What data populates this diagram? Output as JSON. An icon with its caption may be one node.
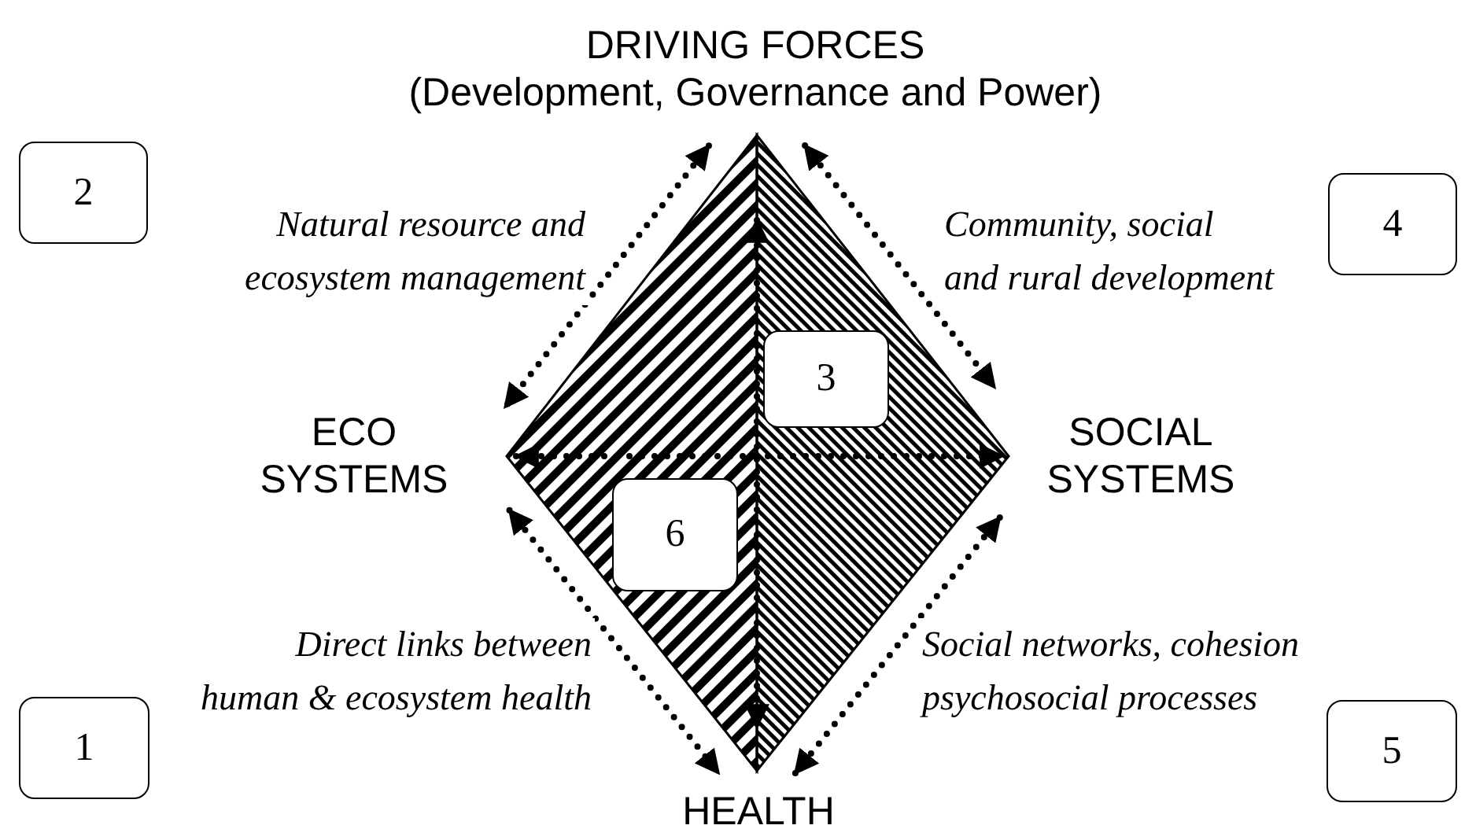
{
  "diagram": {
    "nodes": [
      {
        "text": [
          "DRIVING FORCES",
          "(Development, Governance and Power)"
        ]
      },
      {
        "text": [
          "ECO SYSTEMS"
        ]
      },
      {
        "text": [
          "SOCIAL SYSTEMS"
        ]
      },
      {
        "text": [
          "HEALTH"
        ]
      },
      {
        "text": [
          "2"
        ]
      },
      {
        "text": [
          "4"
        ]
      },
      {
        "text": [
          "3"
        ]
      },
      {
        "text": [
          "6"
        ]
      },
      {
        "text": [
          "1"
        ]
      },
      {
        "text": [
          "5"
        ]
      }
    ],
    "edges": [
      {
        "from": 0,
        "to": 1,
        "arrow": "both",
        "style": "dashed",
        "label": "Natural resource and ecosystem management"
      },
      {
        "from": 0,
        "to": 2,
        "arrow": "both",
        "style": "dashed",
        "label": "Community, social and rural development"
      },
      {
        "from": 0,
        "to": 3,
        "arrow": "both",
        "style": "dashed"
      },
      {
        "from": 1,
        "to": 2,
        "arrow": "both",
        "style": "dashed"
      },
      {
        "from": 1,
        "to": 3,
        "arrow": "both",
        "style": "dashed",
        "label": "Direct links between human & ecosystem health"
      },
      {
        "from": 2,
        "to": 3,
        "arrow": "both",
        "style": "dashed",
        "label": "Social networks, cohesion psychosocial processes"
      }
    ]
  }
}
